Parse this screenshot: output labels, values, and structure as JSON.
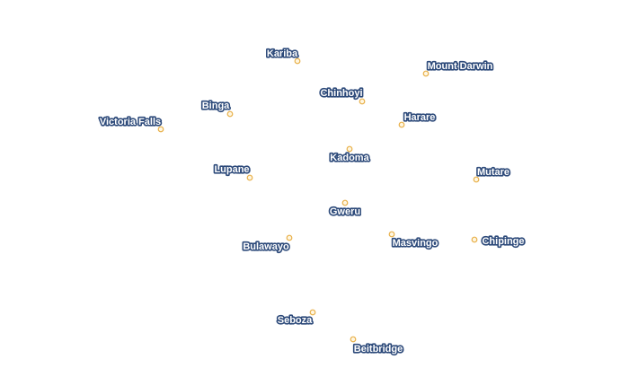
{
  "map": {
    "marker_color": "#e8b04a",
    "marker_fill": "#fff6e0",
    "label_fill": "#ffffff",
    "label_halo": "#2d4a7a",
    "cities": [
      {
        "name": "Kariba",
        "slug": "kariba"
      },
      {
        "name": "Mount Darwin",
        "slug": "mount-darwin"
      },
      {
        "name": "Chinhoyi",
        "slug": "chinhoyi"
      },
      {
        "name": "Binga",
        "slug": "binga"
      },
      {
        "name": "Harare",
        "slug": "harare"
      },
      {
        "name": "Victoria Falls",
        "slug": "victoria-falls"
      },
      {
        "name": "Kadoma",
        "slug": "kadoma"
      },
      {
        "name": "Lupane",
        "slug": "lupane"
      },
      {
        "name": "Mutare",
        "slug": "mutare"
      },
      {
        "name": "Gweru",
        "slug": "gweru"
      },
      {
        "name": "Bulawayo",
        "slug": "bulawayo"
      },
      {
        "name": "Masvingo",
        "slug": "masvingo"
      },
      {
        "name": "Chipinge",
        "slug": "chipinge"
      },
      {
        "name": "Seboza",
        "slug": "seboza"
      },
      {
        "name": "Beitbridge",
        "slug": "beitbridge"
      }
    ]
  }
}
